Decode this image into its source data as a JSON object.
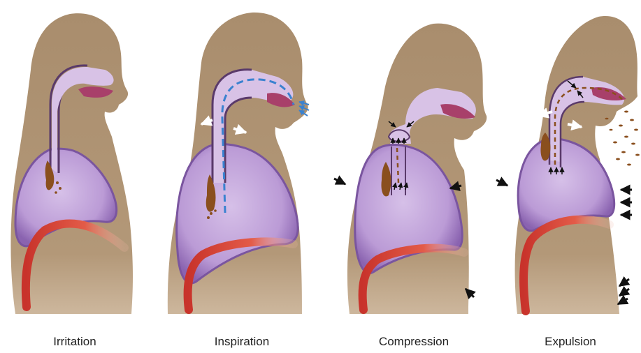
{
  "stages": [
    {
      "label": "Irritation"
    },
    {
      "label": "Inspiration"
    },
    {
      "label": "Compression"
    },
    {
      "label": "Expulsion"
    }
  ],
  "colors": {
    "body": "#a98d6d",
    "lung_fill": "#c0a3d8",
    "lung_outline": "#7a559f",
    "airway": "#d8c2e6",
    "diaphragm": "#d84a3c",
    "mucus": "#8a4f1e",
    "inhaled_air": "#3a82d0",
    "pressure_arrow": "#111111",
    "flow_arrow": "#ffffff"
  }
}
